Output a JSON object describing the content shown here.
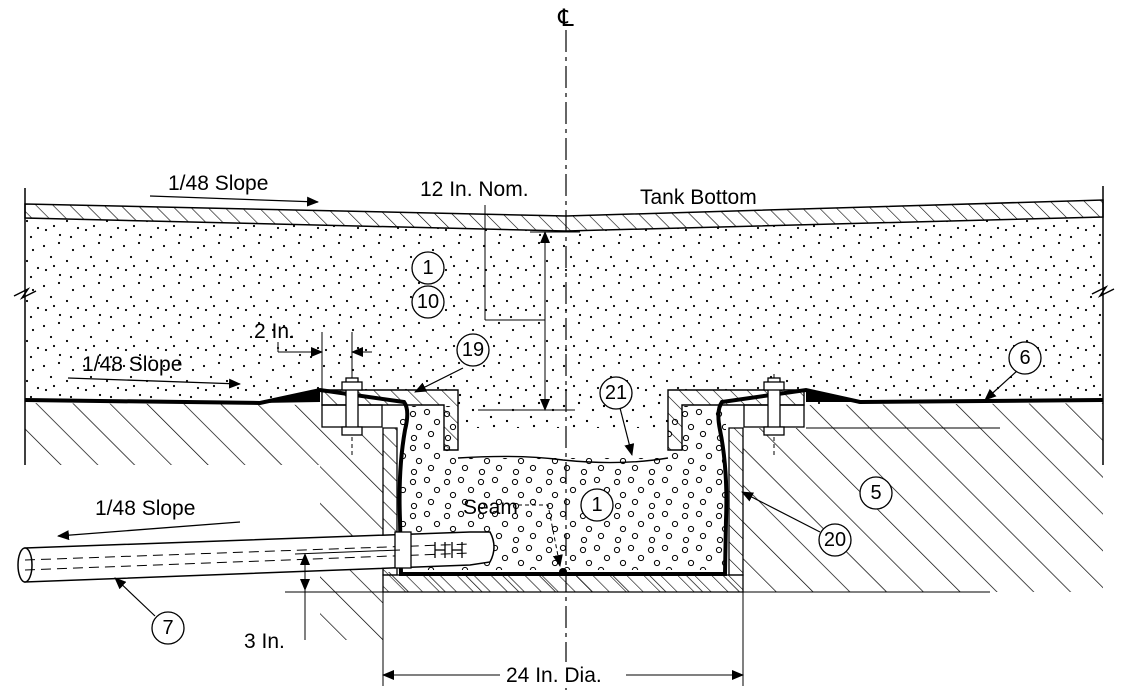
{
  "labels": {
    "centerline": "℄",
    "slope_top": "1/48 Slope",
    "nominal_depth": "12 In. Nom.",
    "tank_bottom": "Tank Bottom",
    "offset": "2 In.",
    "slope_mid": "1/48 Slope",
    "slope_pipe": "1/48 Slope",
    "seam": "Seam",
    "pipe_drop": "3 In.",
    "diameter": "24 In. Dia."
  },
  "callouts": {
    "c1_top": "1",
    "c10": "10",
    "c19": "19",
    "c6": "6",
    "c21": "21",
    "c1_bottom": "1",
    "c5": "5",
    "c20": "20",
    "c7": "7"
  }
}
